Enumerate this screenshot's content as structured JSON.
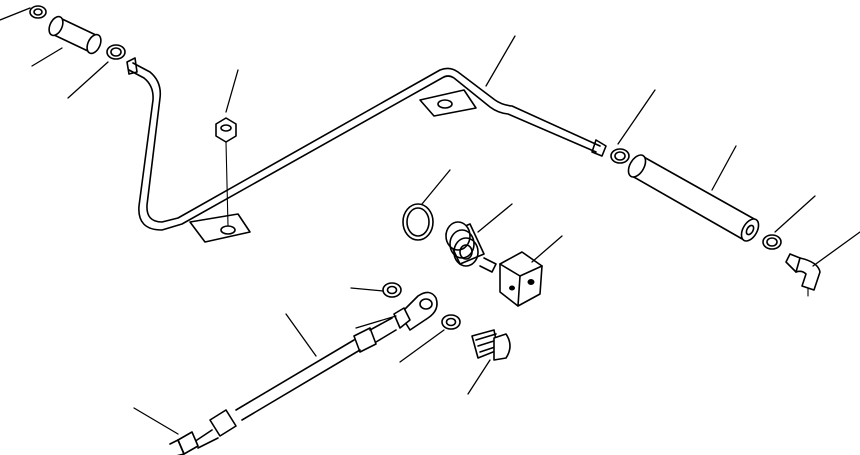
{
  "diagram": {
    "type": "exploded-parts-view",
    "parts": [
      {
        "name": "clamp-left-end"
      },
      {
        "name": "protector-hose-left"
      },
      {
        "name": "clamp-left"
      },
      {
        "name": "nut"
      },
      {
        "name": "tube-assembly"
      },
      {
        "name": "bracket-plate"
      },
      {
        "name": "clamp-right"
      },
      {
        "name": "protector-hose-right"
      },
      {
        "name": "clamp-right-end"
      },
      {
        "name": "elbow-fitting"
      },
      {
        "name": "o-ring"
      },
      {
        "name": "adapter"
      },
      {
        "name": "tee-block"
      },
      {
        "name": "washer-upper"
      },
      {
        "name": "eye-joint"
      },
      {
        "name": "washer-lower"
      },
      {
        "name": "banjo-bolt"
      },
      {
        "name": "hose-assembly"
      },
      {
        "name": "hose-end-connector"
      }
    ]
  }
}
